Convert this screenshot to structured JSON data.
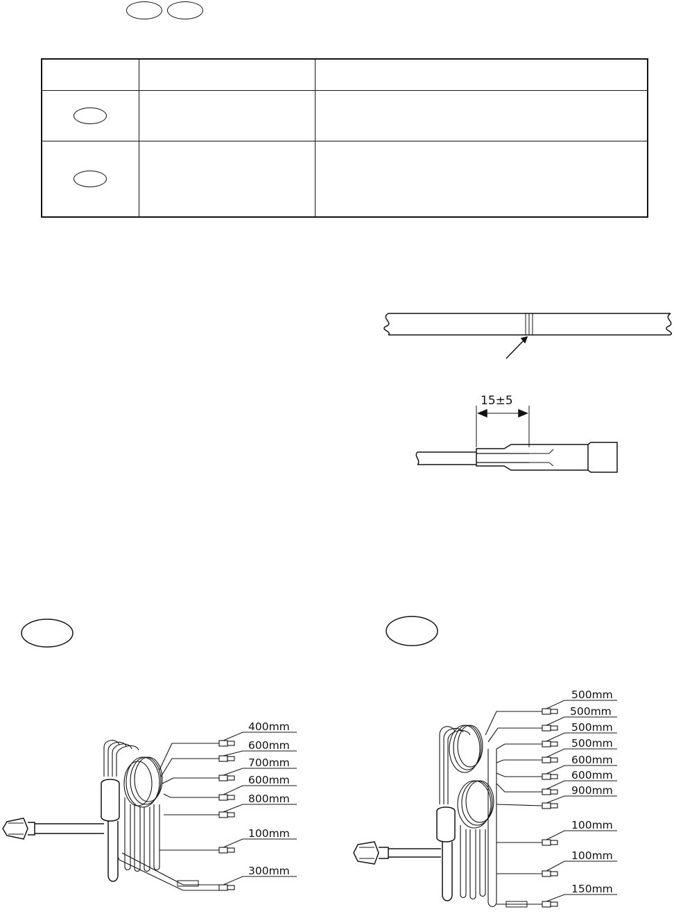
{
  "header": {
    "pill_badges": 2
  },
  "table": {
    "columns": 3,
    "rows": 2
  },
  "pipe_joint_detail": {
    "dimension_label": "15±5"
  },
  "left_assembly": {
    "lengths": [
      "400mm",
      "600mm",
      "700mm",
      "600mm",
      "800mm",
      "100mm",
      "300mm"
    ]
  },
  "right_assembly": {
    "lengths": [
      "500mm",
      "500mm",
      "500mm",
      "500mm",
      "600mm",
      "600mm",
      "900mm",
      "100mm",
      "100mm",
      "150mm"
    ]
  }
}
